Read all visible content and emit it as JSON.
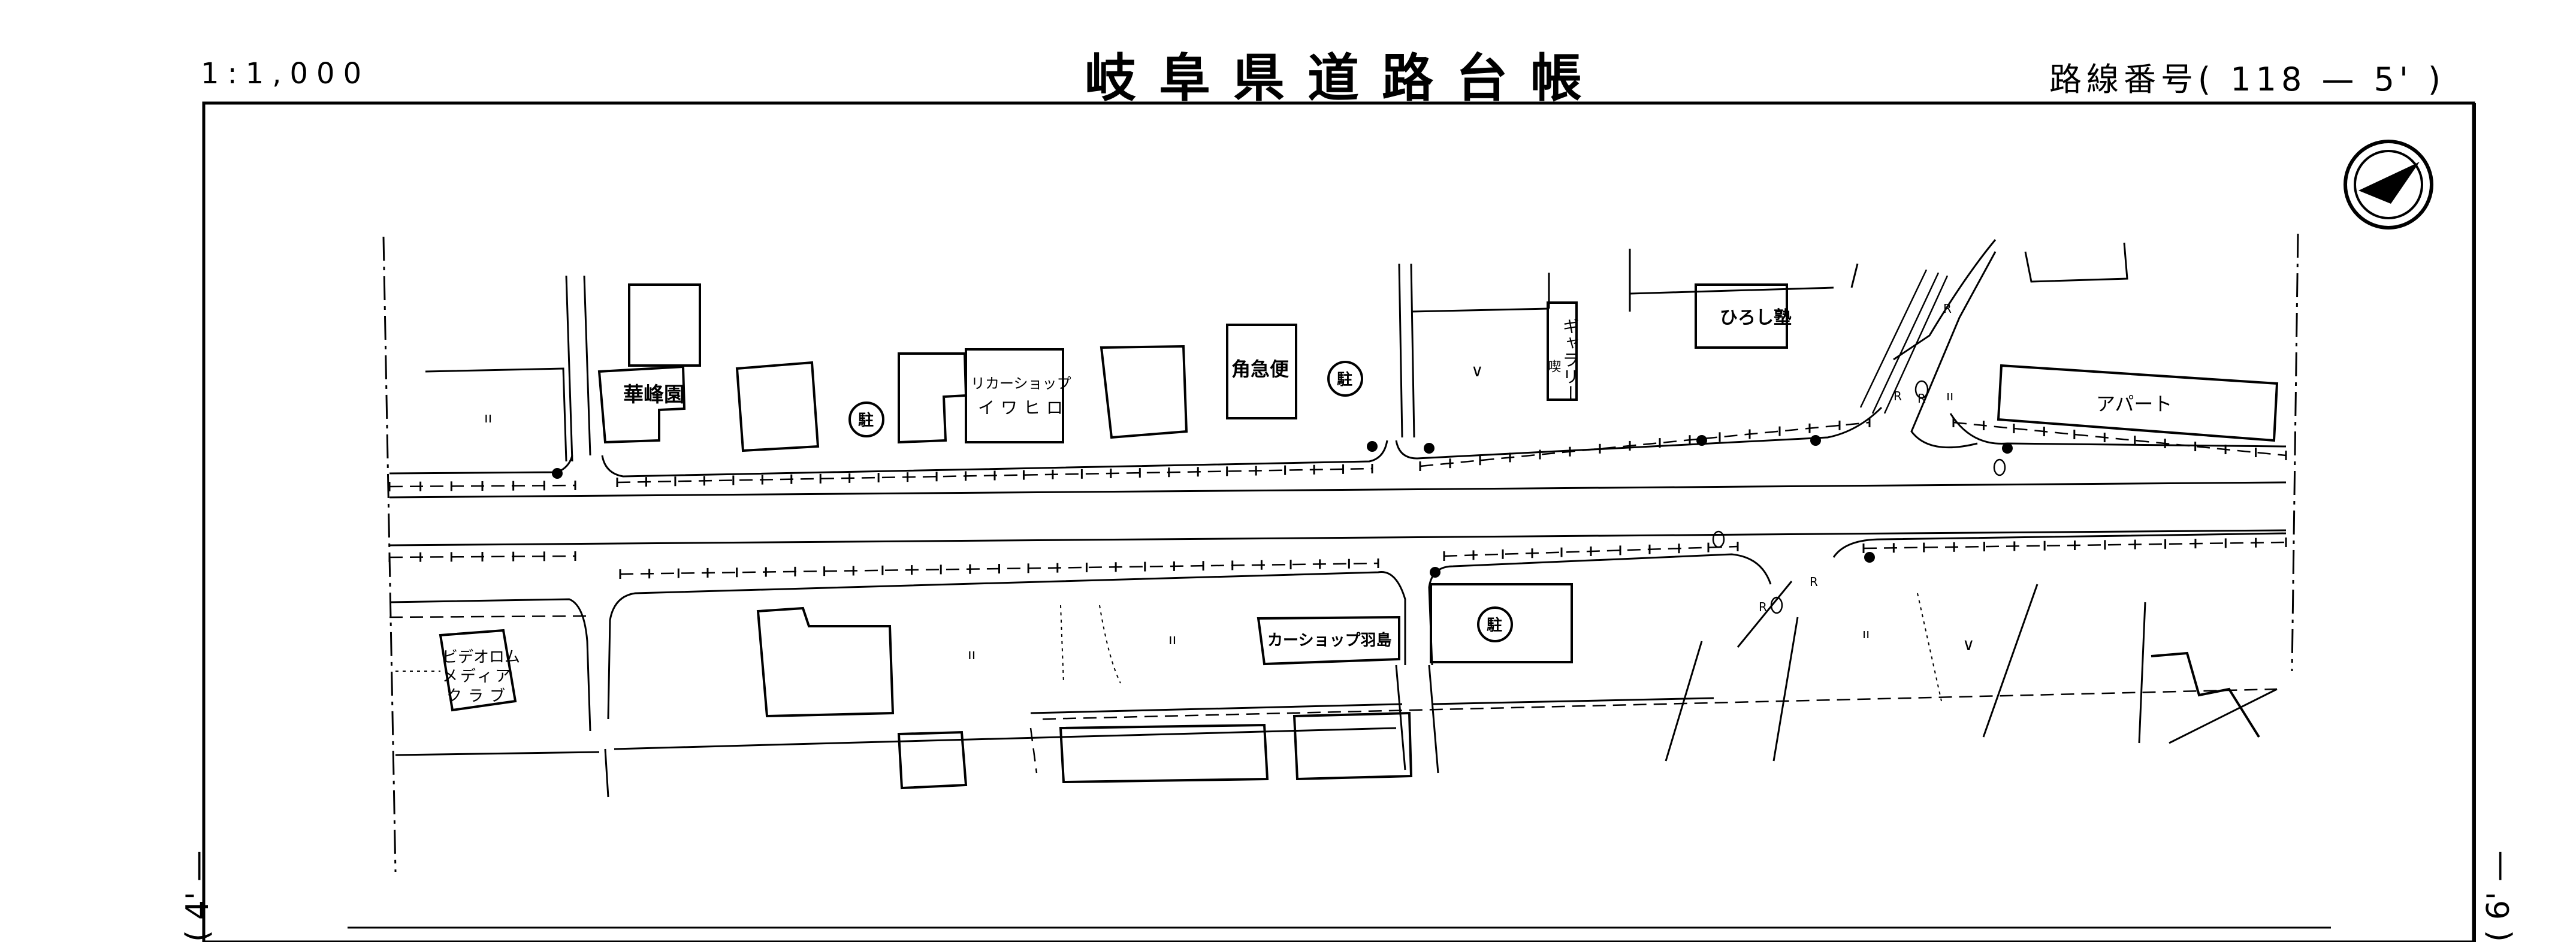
{
  "header": {
    "scale": "1:1,000",
    "title": "岐阜県道路台帳",
    "route_label": "路線番号(",
    "route_number": "118 — 5'",
    "route_close": ")"
  },
  "sheet_links": {
    "left": "( 4' —",
    "right": "( 6' —"
  },
  "labels": {
    "kahoen": "華峰園",
    "liquor_line1": "リカーショップ",
    "liquor_line2": "イワヒロ",
    "kakukyubin": "角急便",
    "parking": "駐",
    "gallery": "ギャラリー",
    "gallery_side": "喫",
    "hiroshi": "ひろし塾",
    "apart": "アパート",
    "video1": "ビデオロム",
    "video2": "メディア",
    "video3": "クラブ",
    "carshop": "カーショップ羽島",
    "mark_r": "R",
    "sym_field": "ıı",
    "sym_check": "∨",
    "sym_paddy": "ıı"
  },
  "colors": {
    "ink": "#000000",
    "paper": "#ffffff"
  }
}
